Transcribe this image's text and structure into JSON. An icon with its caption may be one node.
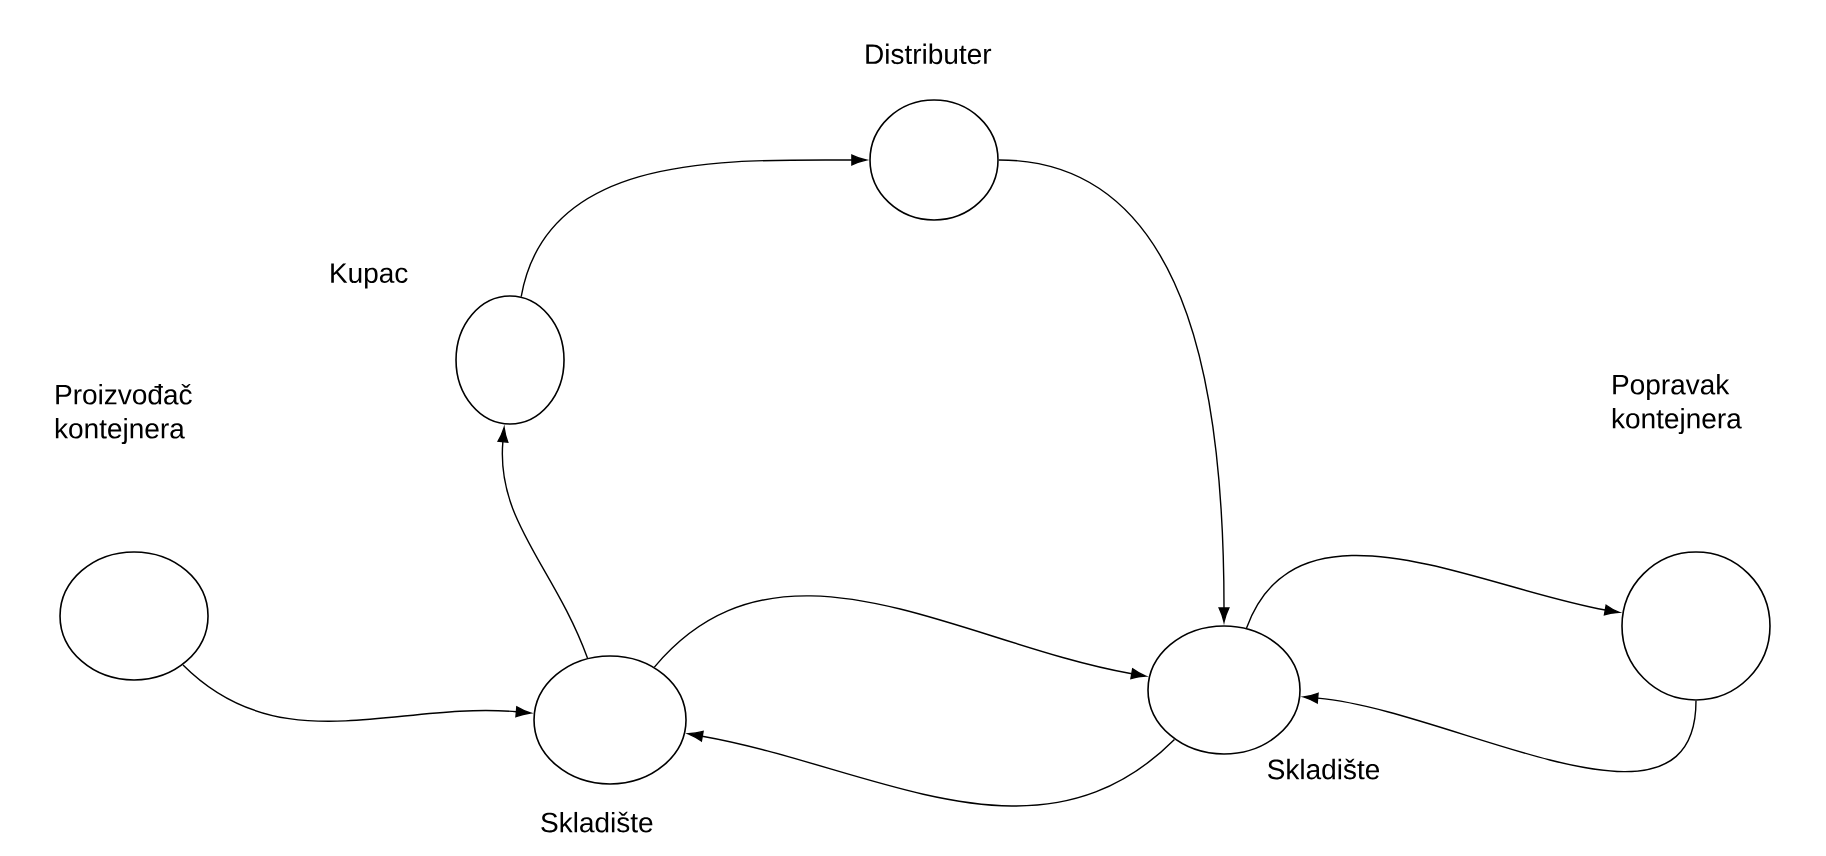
{
  "diagram": {
    "nodes": [
      {
        "text": [
          "Proizvođač kontejnera"
        ]
      },
      {
        "text": [
          "Kupac"
        ]
      },
      {
        "text": [
          "Distributer"
        ]
      },
      {
        "text": [
          "Skladište"
        ]
      },
      {
        "text": [
          "Skladište"
        ]
      },
      {
        "text": [
          "Popravak kontejnera"
        ]
      }
    ],
    "edges": [
      {
        "from": 0,
        "to": 3,
        "arrow": "to"
      },
      {
        "from": 3,
        "to": 1,
        "arrow": "to"
      },
      {
        "from": 1,
        "to": 2,
        "arrow": "to"
      },
      {
        "from": 2,
        "to": 4,
        "arrow": "to"
      },
      {
        "from": 3,
        "to": 4,
        "arrow": "to"
      },
      {
        "from": 4,
        "to": 3,
        "arrow": "to"
      },
      {
        "from": 4,
        "to": 5,
        "arrow": "to"
      },
      {
        "from": 5,
        "to": 4,
        "arrow": "to"
      }
    ]
  }
}
